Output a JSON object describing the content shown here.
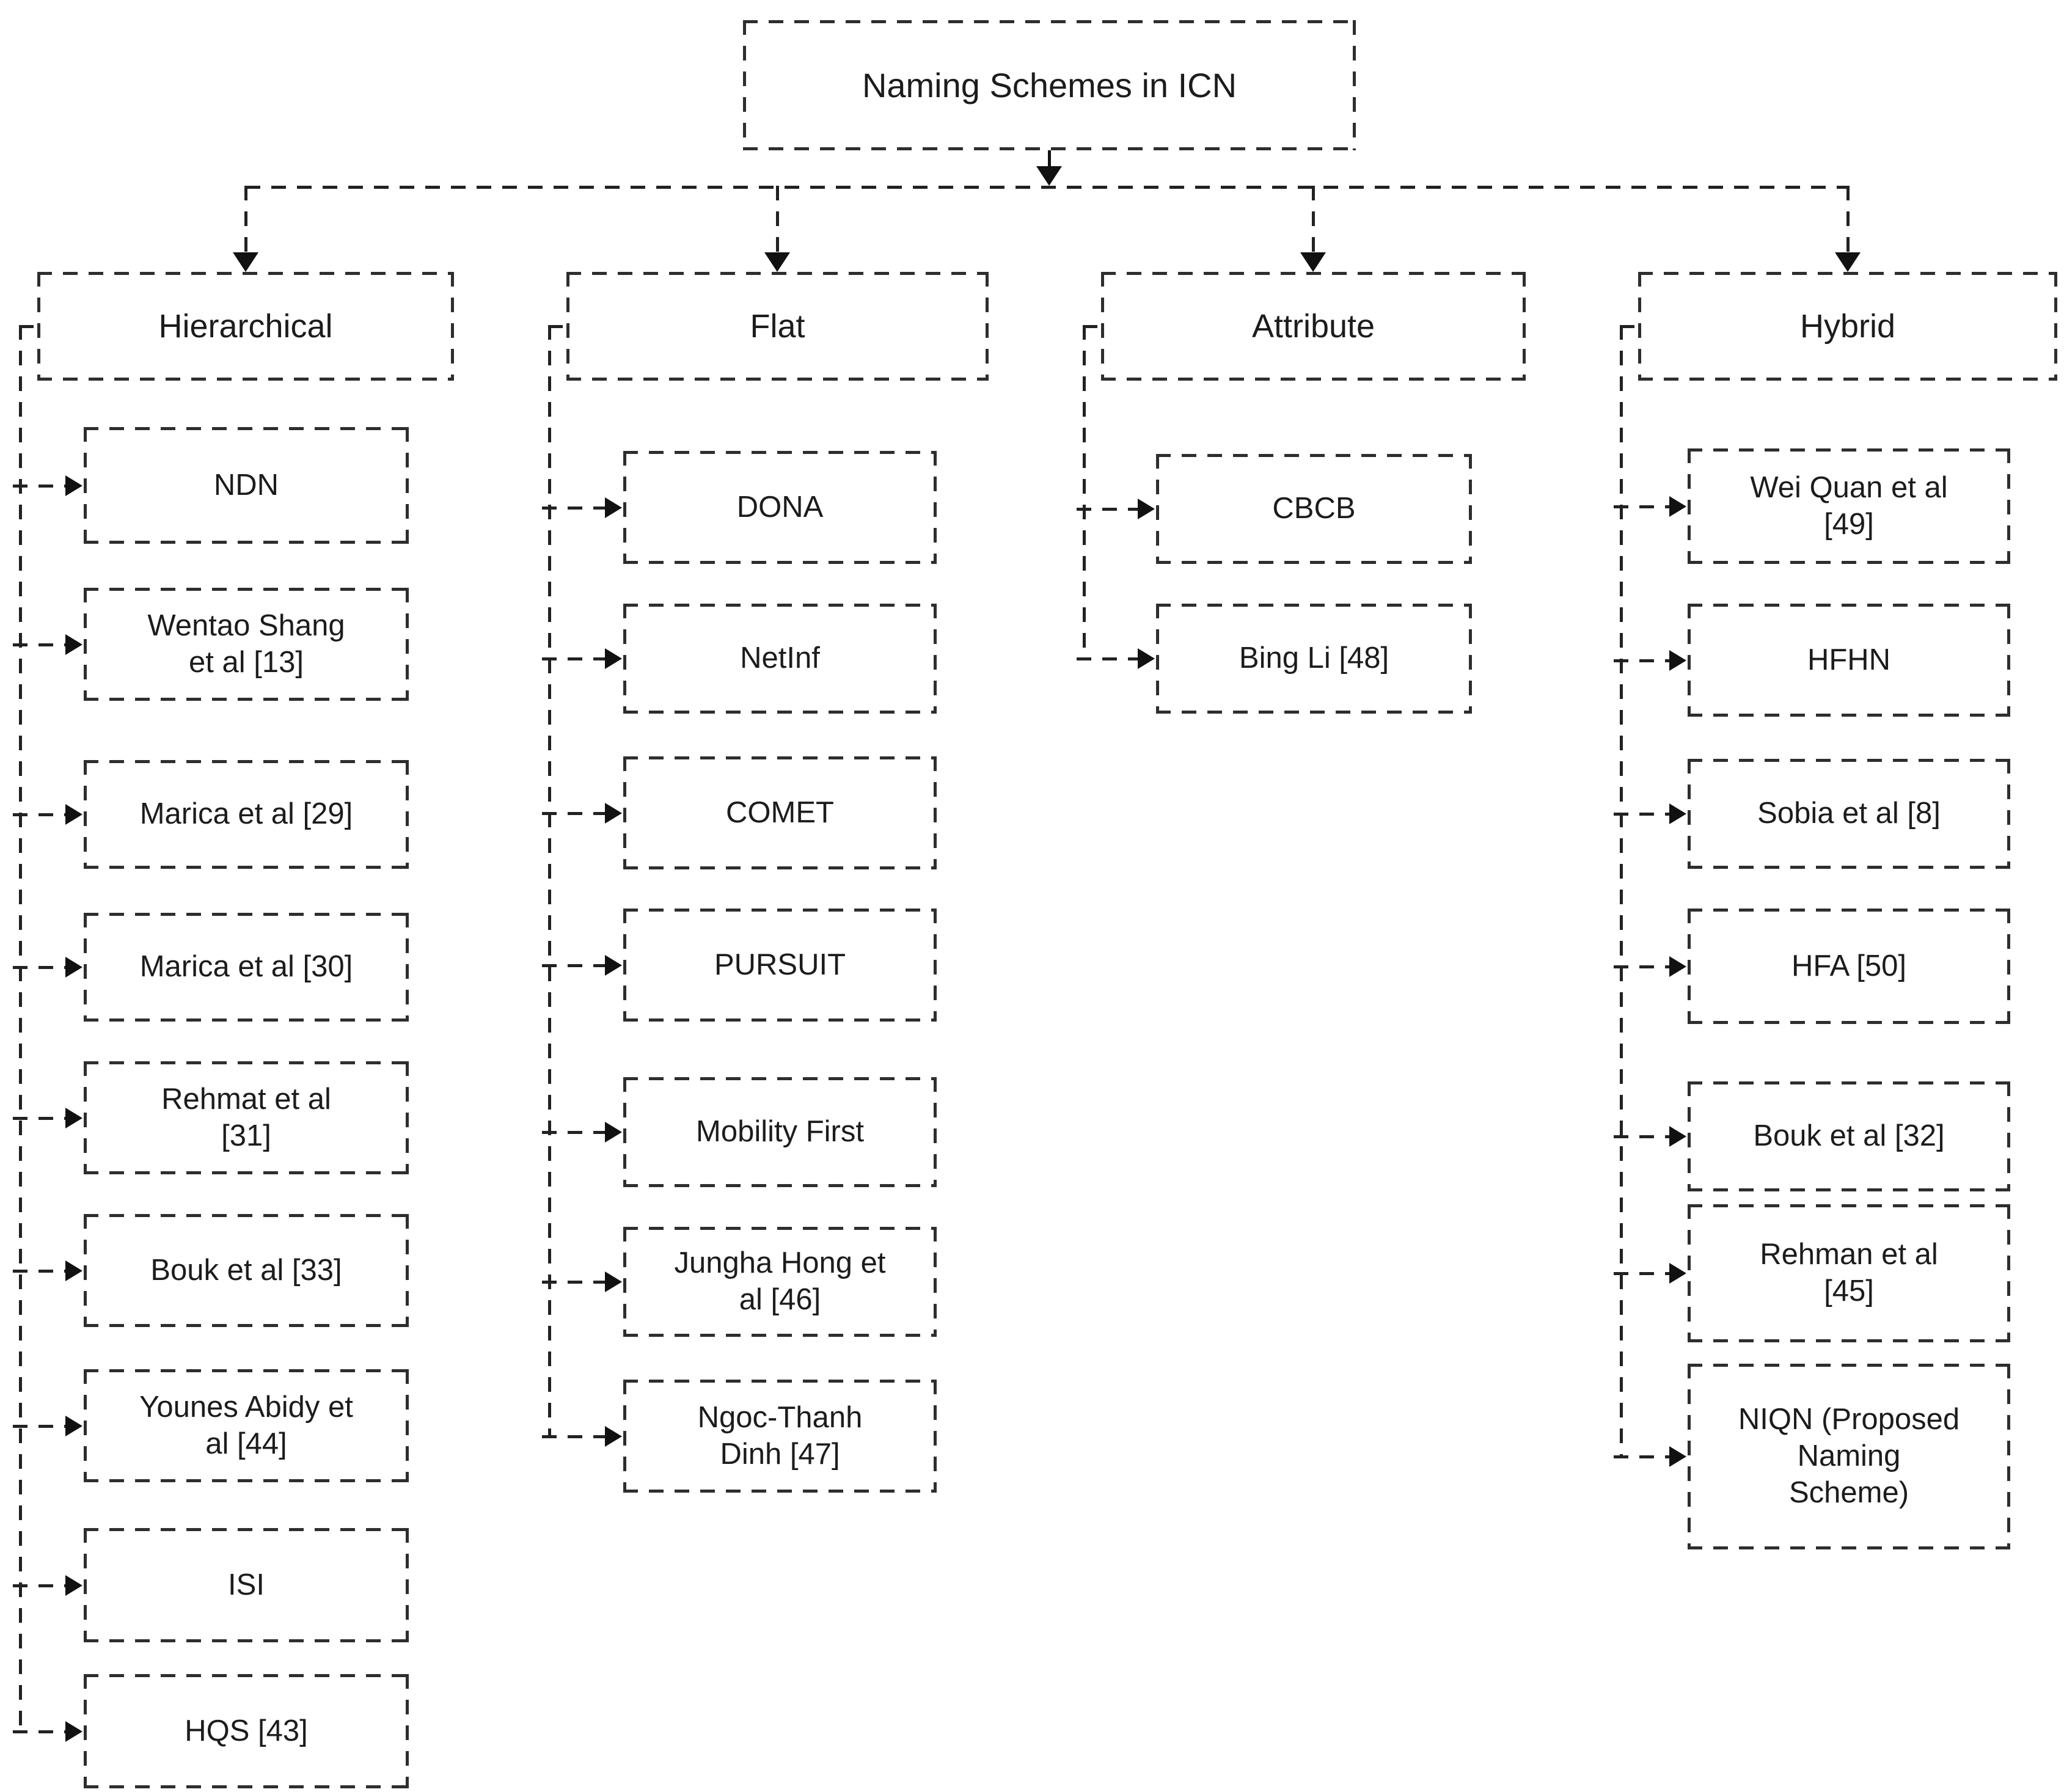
{
  "diagram": {
    "title": "Naming Schemes in ICN",
    "categories": [
      {
        "label": "Hierarchical",
        "items": [
          "NDN",
          "Wentao Shang\net al [13]",
          "Marica et al [29]",
          "Marica et al [30]",
          "Rehmat et al\n[31]",
          "Bouk et al [33]",
          "Younes Abidy et\nal [44]",
          "ISI",
          "HQS [43]"
        ]
      },
      {
        "label": "Flat",
        "items": [
          "DONA",
          "NetInf",
          "COMET",
          "PURSUIT",
          "Mobility First",
          "Jungha Hong et\nal [46]",
          "Ngoc-Thanh\nDinh [47]"
        ]
      },
      {
        "label": "Attribute",
        "items": [
          "CBCB",
          "Bing Li [48]"
        ]
      },
      {
        "label": "Hybrid",
        "items": [
          "Wei Quan et al\n[49]",
          "HFHN",
          "Sobia et al [8]",
          "HFA [50]",
          "Bouk et al [32]",
          "Rehman et al\n[45]",
          "NIQN (Proposed\nNaming\nScheme)"
        ]
      }
    ]
  },
  "colors": {
    "line": "#222222",
    "arrow": "#111111",
    "text": "#1c1c1c",
    "background": "#ffffff"
  }
}
